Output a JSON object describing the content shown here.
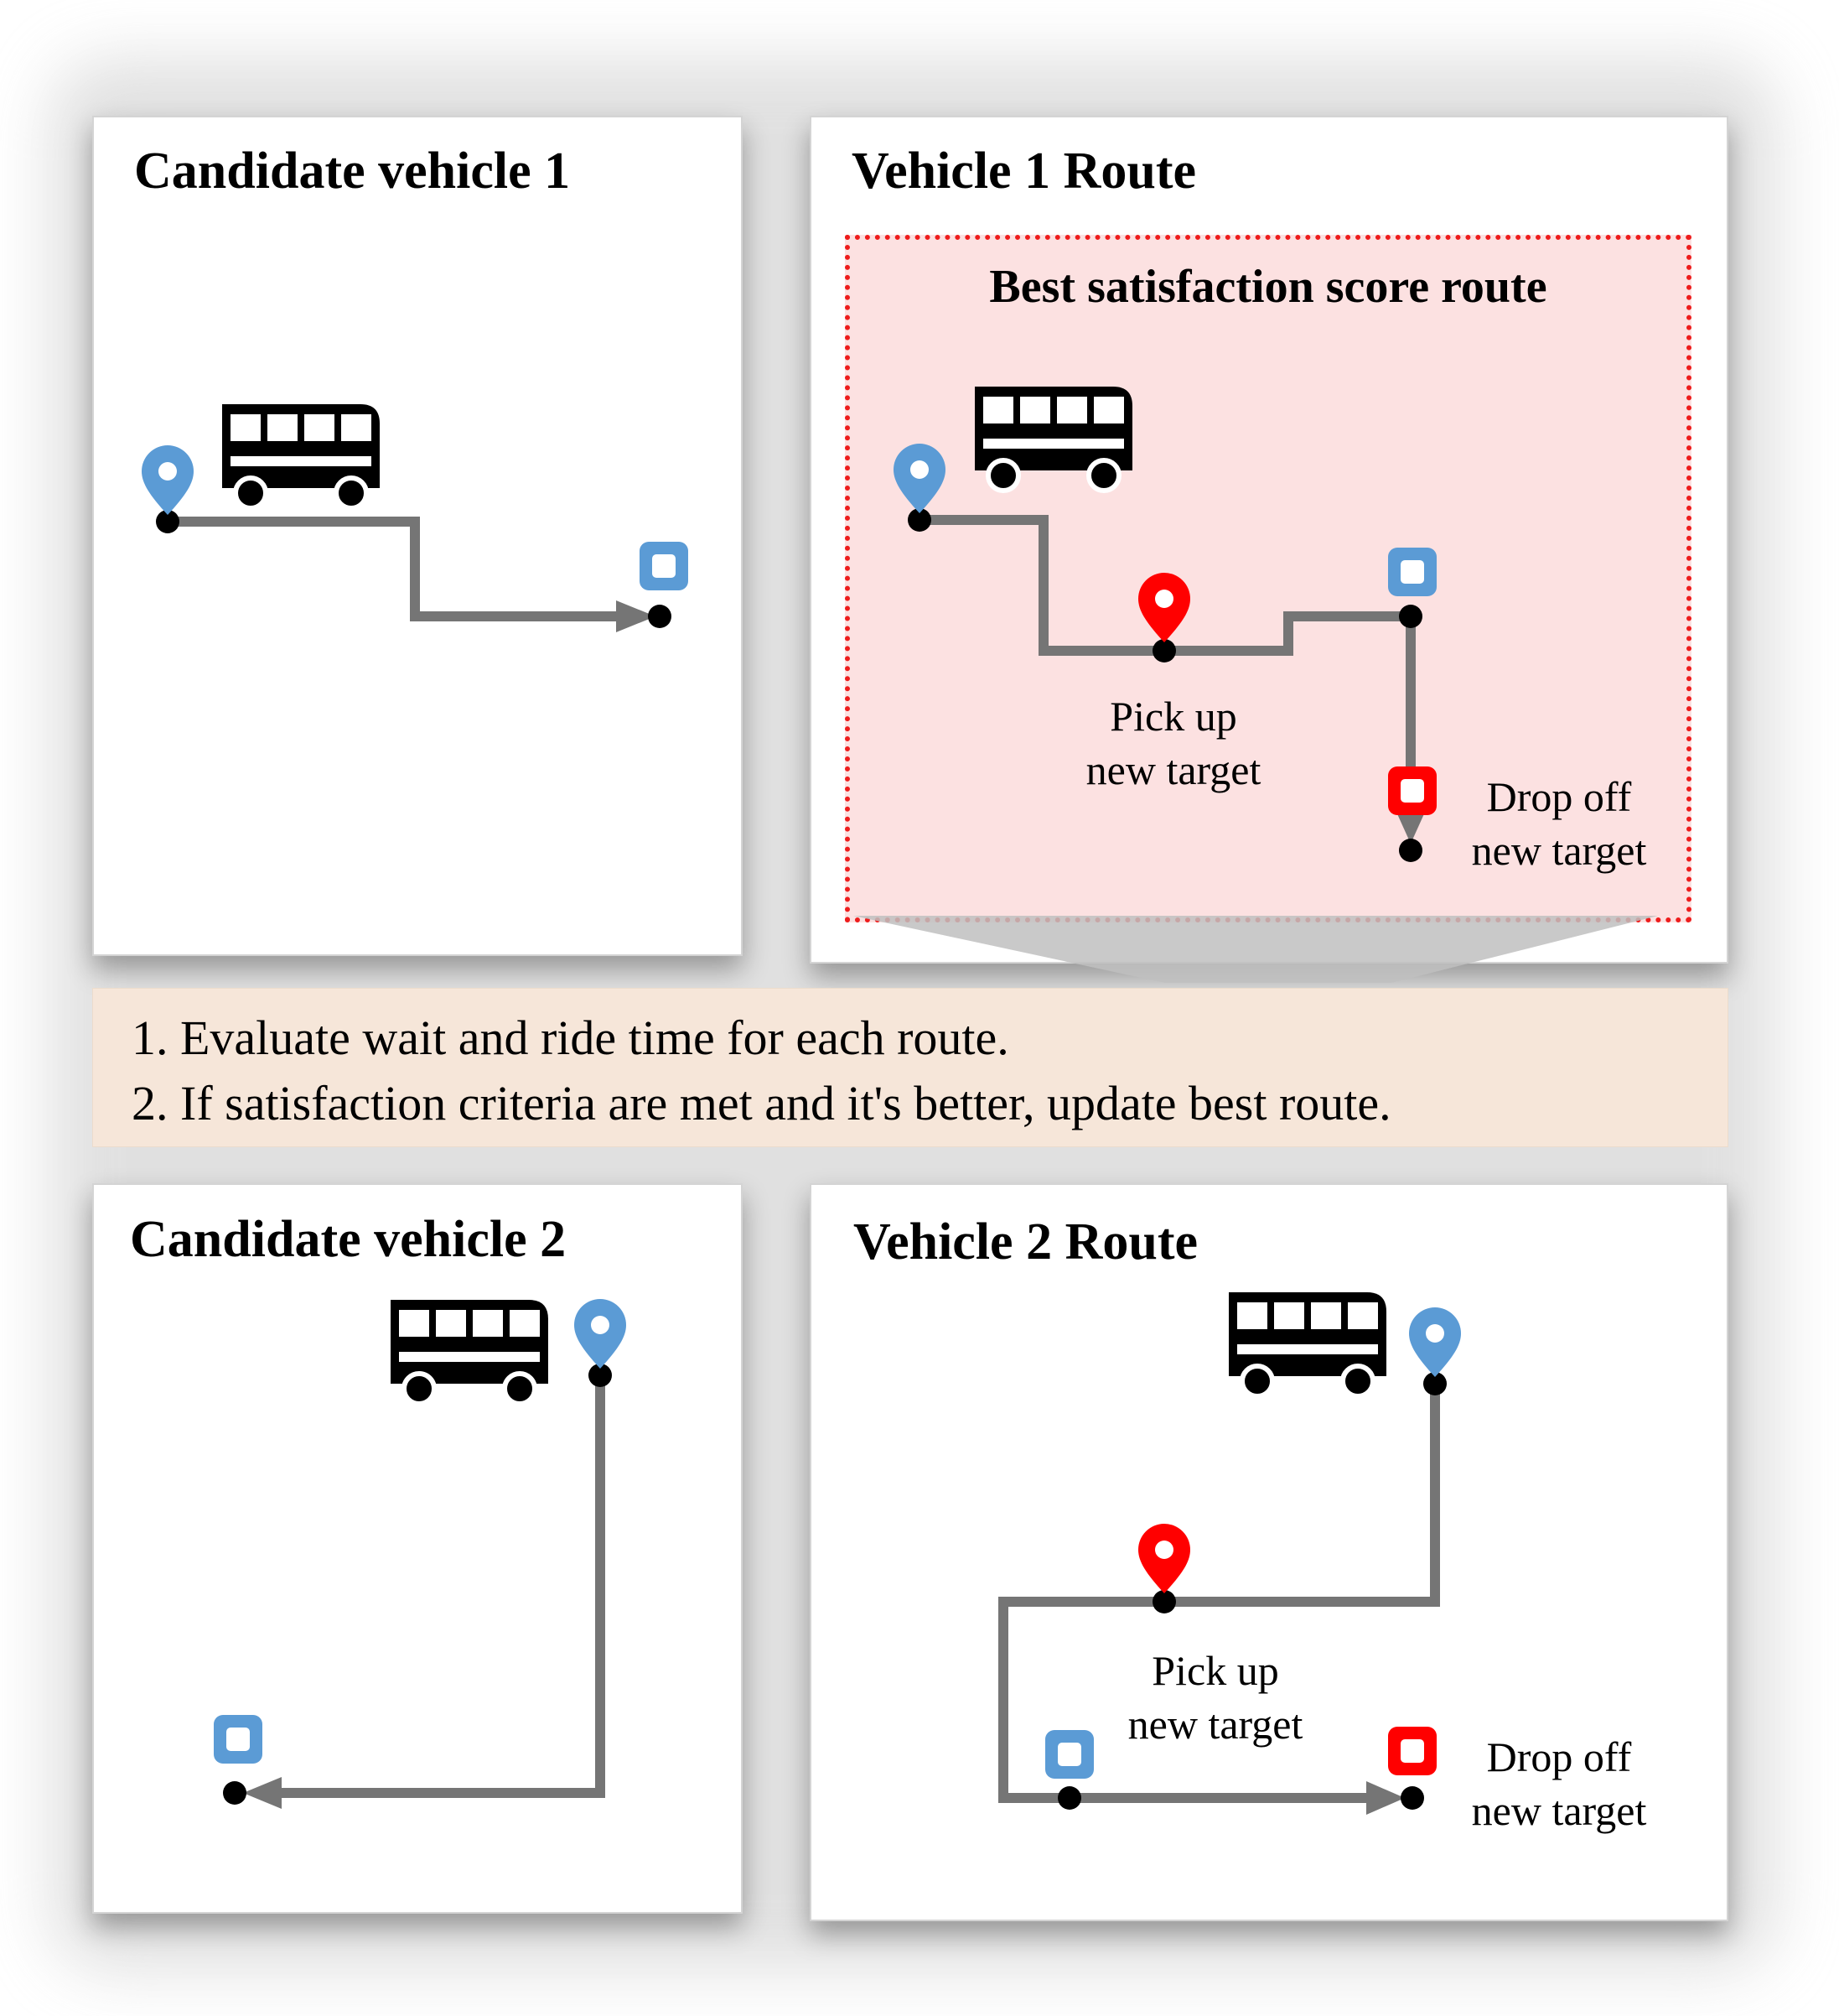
{
  "panels": {
    "candidate_vehicle_1": {
      "title": "Candidate vehicle 1"
    },
    "vehicle_1_route": {
      "title": "Vehicle 1 Route",
      "highlight_title": "Best satisfaction score route",
      "pickup_label_line1": "Pick up",
      "pickup_label_line2": "new target",
      "dropoff_label_line1": "Drop off",
      "dropoff_label_line2": "new target"
    },
    "candidate_vehicle_2": {
      "title": "Candidate vehicle 2"
    },
    "vehicle_2_route": {
      "title": "Vehicle 2 Route",
      "pickup_label_line1": "Pick up",
      "pickup_label_line2": "new target",
      "dropoff_label_line1": "Drop off",
      "dropoff_label_line2": "new target"
    }
  },
  "notes": {
    "line1": "1. Evaluate wait and ride time for each route.",
    "line2": "2. If satisfaction criteria are met and it's better, update best route."
  },
  "colors": {
    "route_line": "#757575",
    "existing_stop_blue": "#5b9bd5",
    "new_target_red": "#ff0000",
    "highlight_fill": "#fce1e1",
    "highlight_border": "#ee1c1c",
    "note_fill": "#f6e6d9"
  },
  "icons": [
    "bus-icon",
    "location-pin-icon",
    "square-stop-icon",
    "route-dot",
    "arrowhead"
  ]
}
